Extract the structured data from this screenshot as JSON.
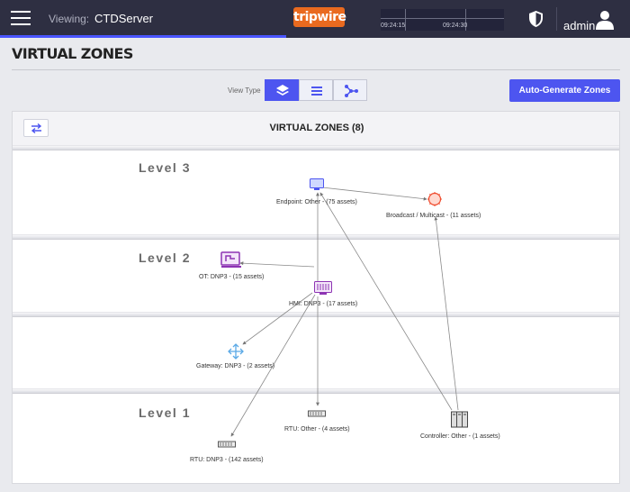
{
  "header": {
    "viewing_label": "Viewing:",
    "viewing_value": "CTDServer",
    "logo_text": "tripwire",
    "timeline": {
      "t1": "09:24:15",
      "t2": "09:24:30"
    },
    "user": "admin"
  },
  "page": {
    "title": "VIRTUAL ZONES",
    "view_type_label": "View Type",
    "view_types": [
      "layers-icon",
      "list-icon",
      "graph-icon"
    ],
    "active_view": "layers-icon",
    "auto_generate_label": "Auto-Generate Zones"
  },
  "panel": {
    "title": "VIRTUAL ZONES (8)",
    "levels": [
      "Level 3",
      "Level 2",
      "Level 1"
    ]
  },
  "nodes": {
    "endpoint": "Endpoint: Other - (75 assets)",
    "broadcast": "Broadcast / Multicast - (11 assets)",
    "ot": "OT: DNP3 - (15 assets)",
    "hmi": "HMI: DNP3 - (17 assets)",
    "gateway": "Gateway: DNP3 - (2 assets)",
    "rtu_other": "RTU: Other - (4 assets)",
    "controller": "Controller: Other - (1 assets)",
    "rtu_dnp3": "RTU: DNP3 - (142 assets)"
  },
  "colors": {
    "accent": "#4d55f0",
    "topbar": "#2e2f42",
    "logo": "#e96a1f"
  }
}
